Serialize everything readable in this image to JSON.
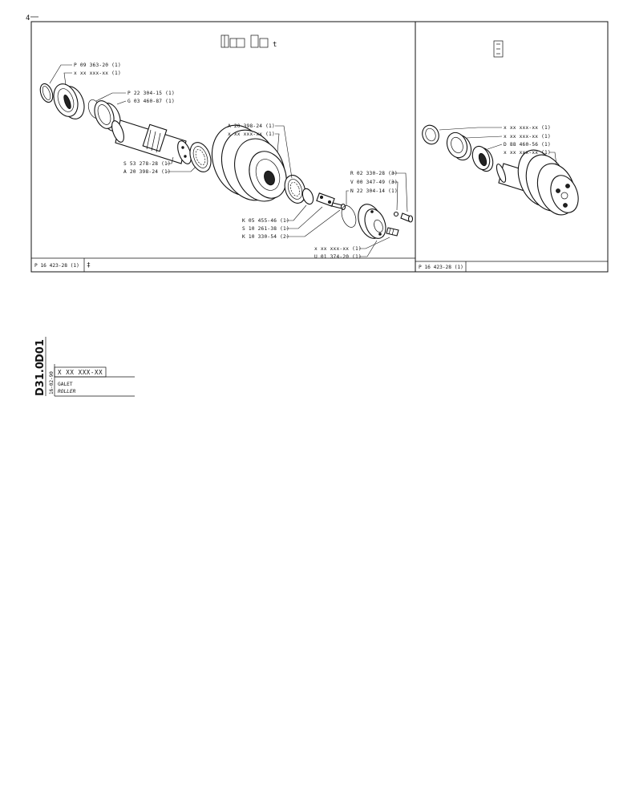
{
  "sheet": {
    "corner_mark": "4",
    "left_panel": {
      "title_glyph": "ℤℌ ℤℤ t",
      "frame_code": "P 16 423-28 (1)",
      "frame_suffix": "‡",
      "callouts": {
        "c1": "P 09 363-20 (1)",
        "c2": "x xx xxx-xx (1)",
        "c3": "P 22 304-15 (1)",
        "c4": "G 03 460-87 (1)",
        "c5": "S 53 278-28 (1)",
        "c6": "A 20 398-24 (1)",
        "c7": "A 20 398-24 (1)",
        "c8": "x xx xxx-xx (1)",
        "c9": "R 02 330-28 (3)",
        "c10": "V 00 347-49 (3)",
        "c11": "N 22 304-14 (1)",
        "c12": "K 05 455-46 (1)",
        "c13": "S 10 261-38 (1)",
        "c14": "K 10 330-54 (2)",
        "c15": "x xx xxx-xx (1)",
        "c16": "U 01 374-20 (1)"
      }
    },
    "right_panel": {
      "title_glyph": "ℤ",
      "frame_code": "P 16 423-28 (1)",
      "callouts": {
        "r1": "x xx xxx-xx (1)",
        "r2": "x xx xxx-xx (1)",
        "r3": "D 88 460-56 (1)",
        "r4": "x xx xxx-xx (1)"
      }
    }
  },
  "title_block": {
    "group_code": "D01",
    "page_code": "D31.0",
    "date": "16-02-90",
    "part_number": "X XX XXX-XX",
    "name_fr": "GALET",
    "name_en": "ROLLER"
  }
}
